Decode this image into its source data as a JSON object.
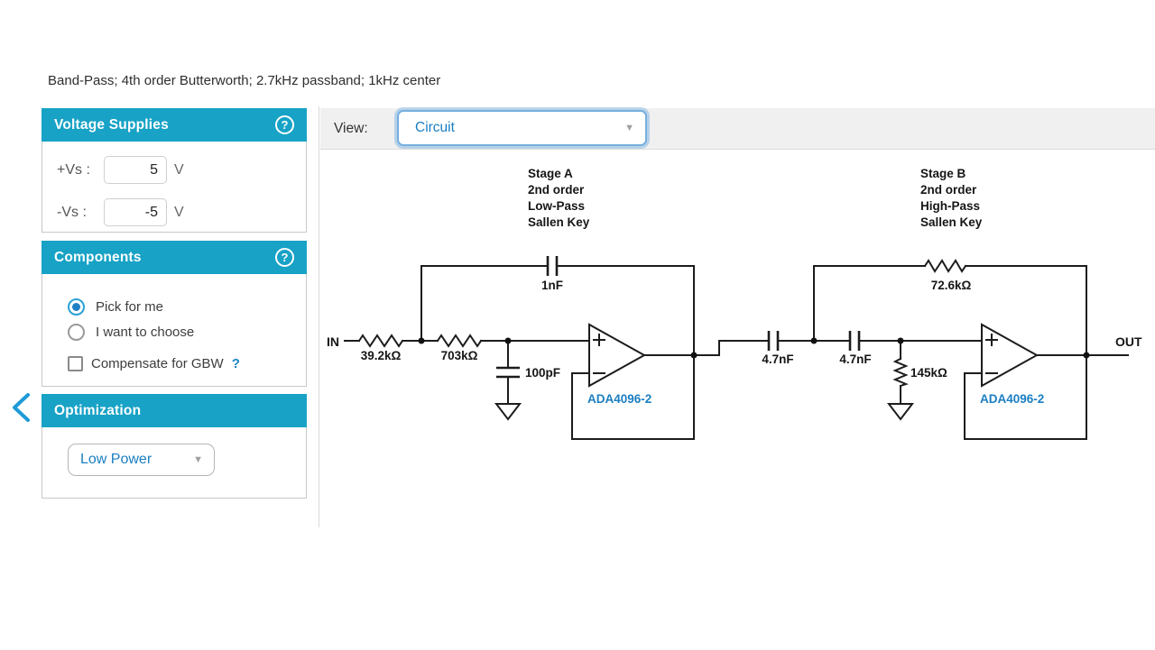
{
  "title": "Band-Pass; 4th order Butterworth; 2.7kHz passband; 1kHz center",
  "accent_color": "#17a2c6",
  "link_color": "#1b7ec2",
  "sidebar": {
    "voltage_supplies": {
      "title": "Voltage Supplies",
      "help_icon": "?",
      "rows": [
        {
          "label": "+Vs :",
          "value": "5",
          "unit": "V"
        },
        {
          "label": "-Vs :",
          "value": "-5",
          "unit": "V"
        }
      ]
    },
    "components": {
      "title": "Components",
      "help_icon": "?",
      "radios": [
        {
          "label": "Pick for me",
          "selected": true
        },
        {
          "label": "I want to choose",
          "selected": false
        }
      ],
      "checkbox": {
        "label": "Compensate for GBW",
        "checked": false,
        "help": "?"
      }
    },
    "optimization": {
      "title": "Optimization",
      "dropdown_value": "Low Power"
    }
  },
  "toolbar": {
    "view_label": "View:",
    "view_value": "Circuit"
  },
  "circuit": {
    "in_label": "IN",
    "out_label": "OUT",
    "stage_a": {
      "header": [
        "Stage A",
        "2nd order",
        "Low-Pass",
        "Sallen Key"
      ],
      "r1": "39.2kΩ",
      "r2": "703kΩ",
      "c_feedback": "1nF",
      "c_ground": "100pF",
      "opamp": "ADA4096-2",
      "plus": "+",
      "minus": "−"
    },
    "stage_b": {
      "header": [
        "Stage B",
        "2nd order",
        "High-Pass",
        "Sallen Key"
      ],
      "c1": "4.7nF",
      "c2": "4.7nF",
      "r_feedback": "72.6kΩ",
      "r_ground": "145kΩ",
      "opamp": "ADA4096-2",
      "plus": "+",
      "minus": "−"
    }
  }
}
